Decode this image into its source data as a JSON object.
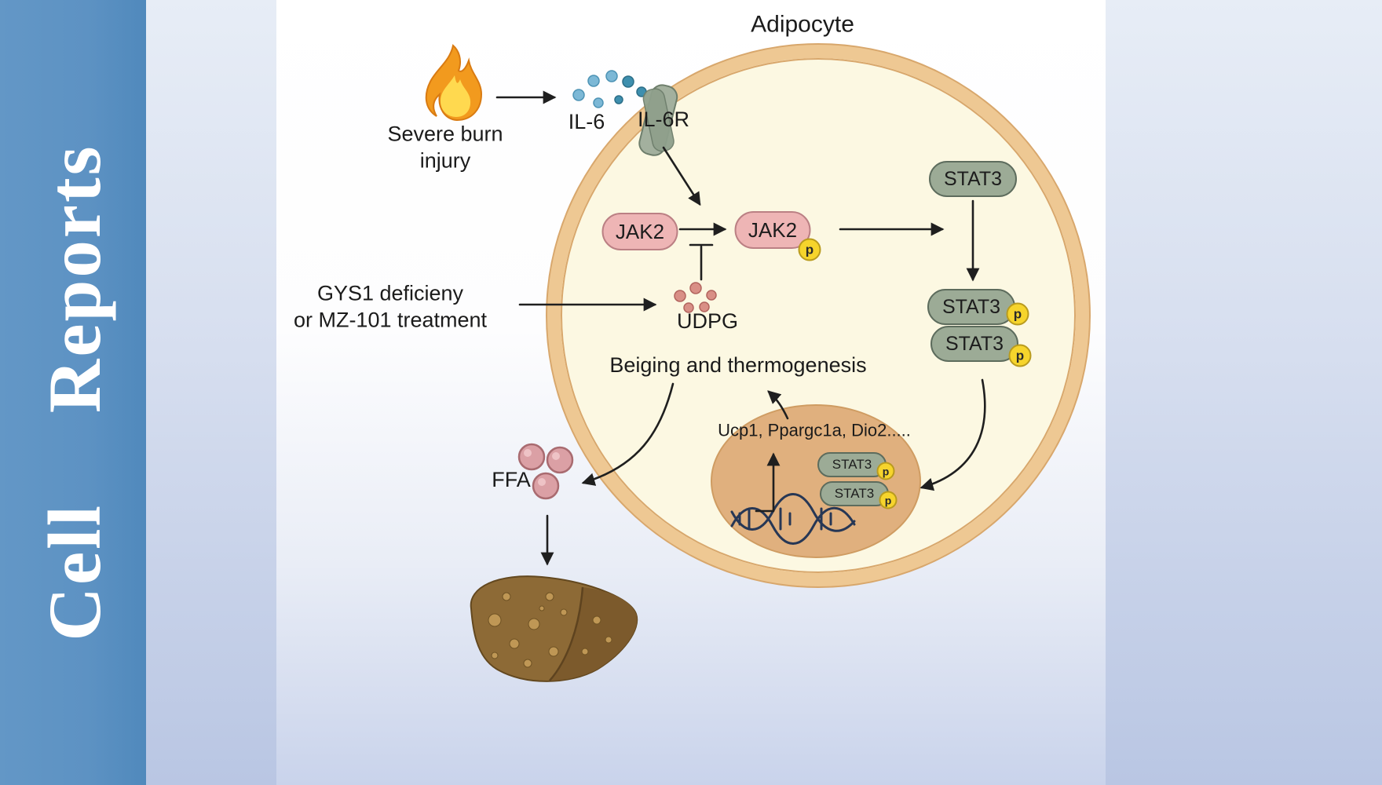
{
  "journal": {
    "name": "Cell Reports"
  },
  "diagram": {
    "title": "Adipocyte",
    "labels": {
      "burn_line1": "Severe burn",
      "burn_line2": "injury",
      "il6": "IL-6",
      "il6r": "IL-6R",
      "gys1_line1": "GYS1 deficieny",
      "gys1_line2": "or MZ-101 treatment",
      "udpg": "UDPG",
      "beiging": "Beiging and thermogenesis",
      "genes": "Ucp1, Ppargc1a, Dio2.....",
      "ffa": "FFA"
    },
    "molecules": {
      "jak2": "JAK2",
      "stat3": "STAT3",
      "phospho": "p"
    },
    "colors": {
      "sidebar_blue": "#5d92c3",
      "cell_fill": "#fcf8e2",
      "cell_border": "#eec893",
      "nucleus_fill": "#e0b07e",
      "jak2_pill": "#eeb5b5",
      "stat3_pill": "#9cab96",
      "p_badge": "#f6d42c",
      "il6_dot": "#7cb8d6",
      "udpg_dot": "#d98f86",
      "ffa_dot": "#dba0a5"
    }
  }
}
